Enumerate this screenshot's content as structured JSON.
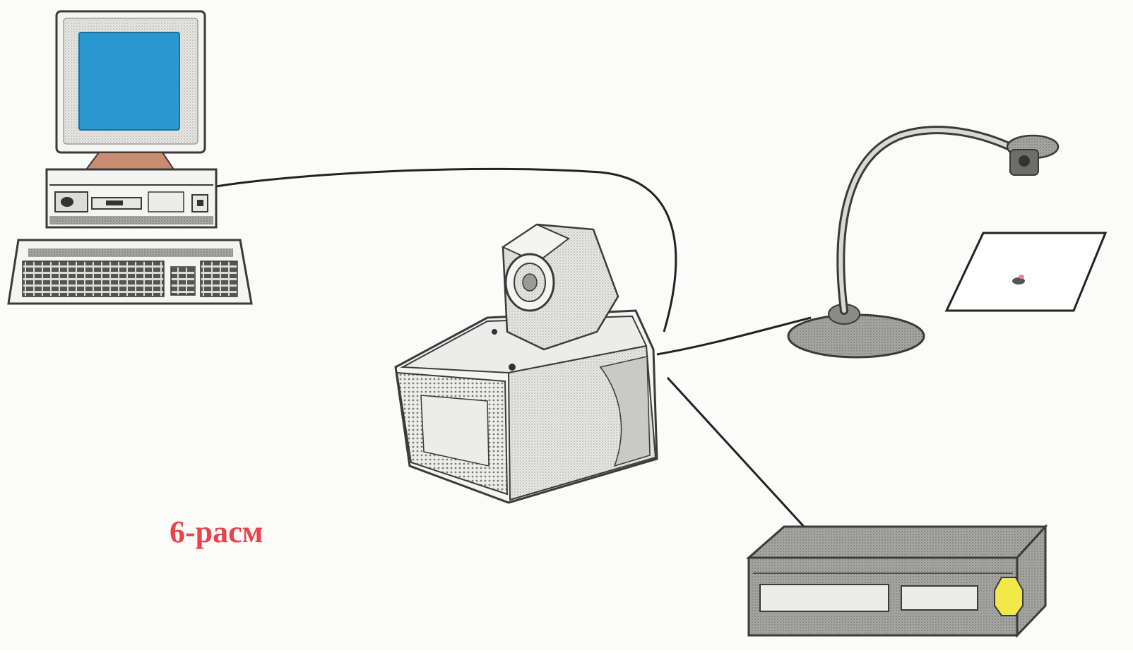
{
  "figure": {
    "caption": "6-расм",
    "colors": {
      "caption": "#e8434c",
      "monitor_screen": "#2a98d0",
      "device_outline": "#3a3a3a",
      "device_face": "#f4f4f2",
      "device_shade": "#c9c9c6",
      "cable": "#222222",
      "vcr_body": "#a9a9a6",
      "vcr_button": "#f2e84a"
    },
    "devices": [
      {
        "name": "computer",
        "icon": "desktop-computer-icon"
      },
      {
        "name": "projector",
        "icon": "multimedia-projector-icon"
      },
      {
        "name": "document-camera",
        "icon": "document-camera-icon"
      },
      {
        "name": "document-sheet",
        "icon": "paper-sheet-icon"
      },
      {
        "name": "video-player",
        "icon": "video-player-icon"
      }
    ],
    "connections": [
      {
        "from": "computer",
        "to": "projector"
      },
      {
        "from": "projector",
        "to": "document-camera"
      },
      {
        "from": "projector",
        "to": "video-player"
      }
    ]
  }
}
